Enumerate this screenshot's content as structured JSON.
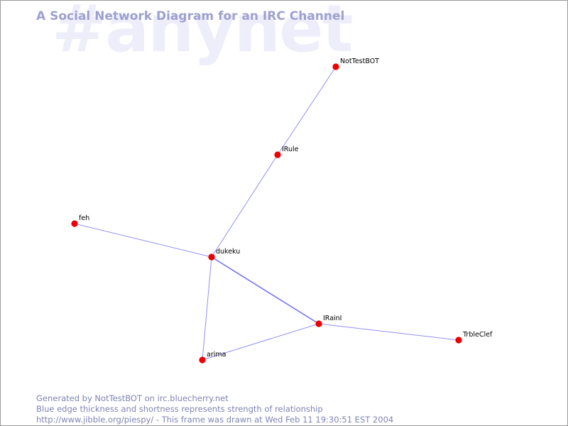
{
  "watermark": "#anynet",
  "title": "A Social Network Diagram for an IRC Channel",
  "colors": {
    "edge": "#6b6bf0",
    "node": "#ee0000",
    "title": "#9ea0cf",
    "watermark": "#eeeefb",
    "footer": "#7f84b3"
  },
  "nodes": [
    {
      "id": "NotTestBOT",
      "label": "NotTestBOT"
    },
    {
      "id": "IRule",
      "label": "IRule"
    },
    {
      "id": "feh",
      "label": "feh"
    },
    {
      "id": "dukeku",
      "label": "dukeku"
    },
    {
      "id": "IRainI",
      "label": "IRainI"
    },
    {
      "id": "TrbleClef",
      "label": "TrbleClef"
    },
    {
      "id": "arima",
      "label": "arima"
    }
  ],
  "edges": [
    {
      "source": "NotTestBOT",
      "target": "IRule",
      "strength": 1
    },
    {
      "source": "IRule",
      "target": "dukeku",
      "strength": 1
    },
    {
      "source": "feh",
      "target": "dukeku",
      "strength": 1
    },
    {
      "source": "dukeku",
      "target": "IRainI",
      "strength": 2
    },
    {
      "source": "dukeku",
      "target": "arima",
      "strength": 1
    },
    {
      "source": "arima",
      "target": "IRainI",
      "strength": 1
    },
    {
      "source": "IRainI",
      "target": "TrbleClef",
      "strength": 1
    }
  ],
  "footer": {
    "line1": "Generated by NotTestBOT on irc.bluecherry.net",
    "line2": "Blue edge thickness and shortness represents strength of relationship",
    "line3": "http://www.jibble.org/piespy/ - This frame was drawn at Wed Feb 11 19:30:51 EST 2004"
  }
}
